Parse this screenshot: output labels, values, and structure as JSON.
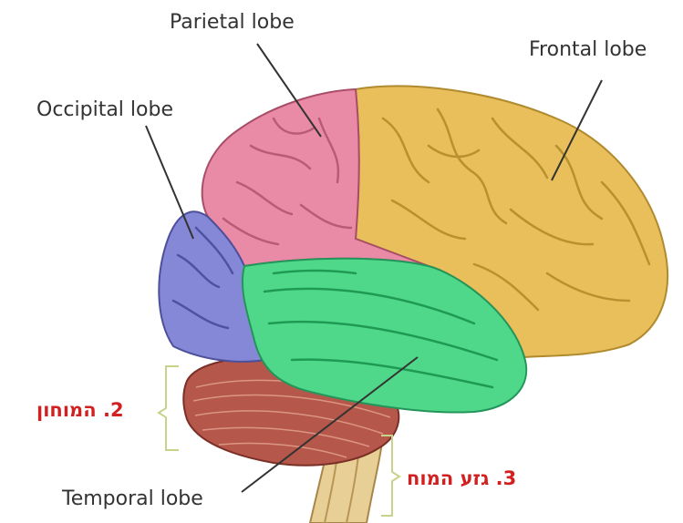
{
  "labels": {
    "parietal": "Parietal lobe",
    "frontal": "Frontal lobe",
    "occipital": "Occipital lobe",
    "temporal": "Temporal lobe",
    "cerebellum": "2. המוחון",
    "brainstem": "3. גזע המוח"
  },
  "colors": {
    "frontal": "#e8bf5a",
    "parietal": "#e98aa6",
    "occipital": "#8588d6",
    "temporal": "#4fd88a",
    "cerebellum": "#b5574a",
    "brainstem": "#e7cf95",
    "hebrew_text": "#d21f1f",
    "bracket": "#c9d28a"
  }
}
